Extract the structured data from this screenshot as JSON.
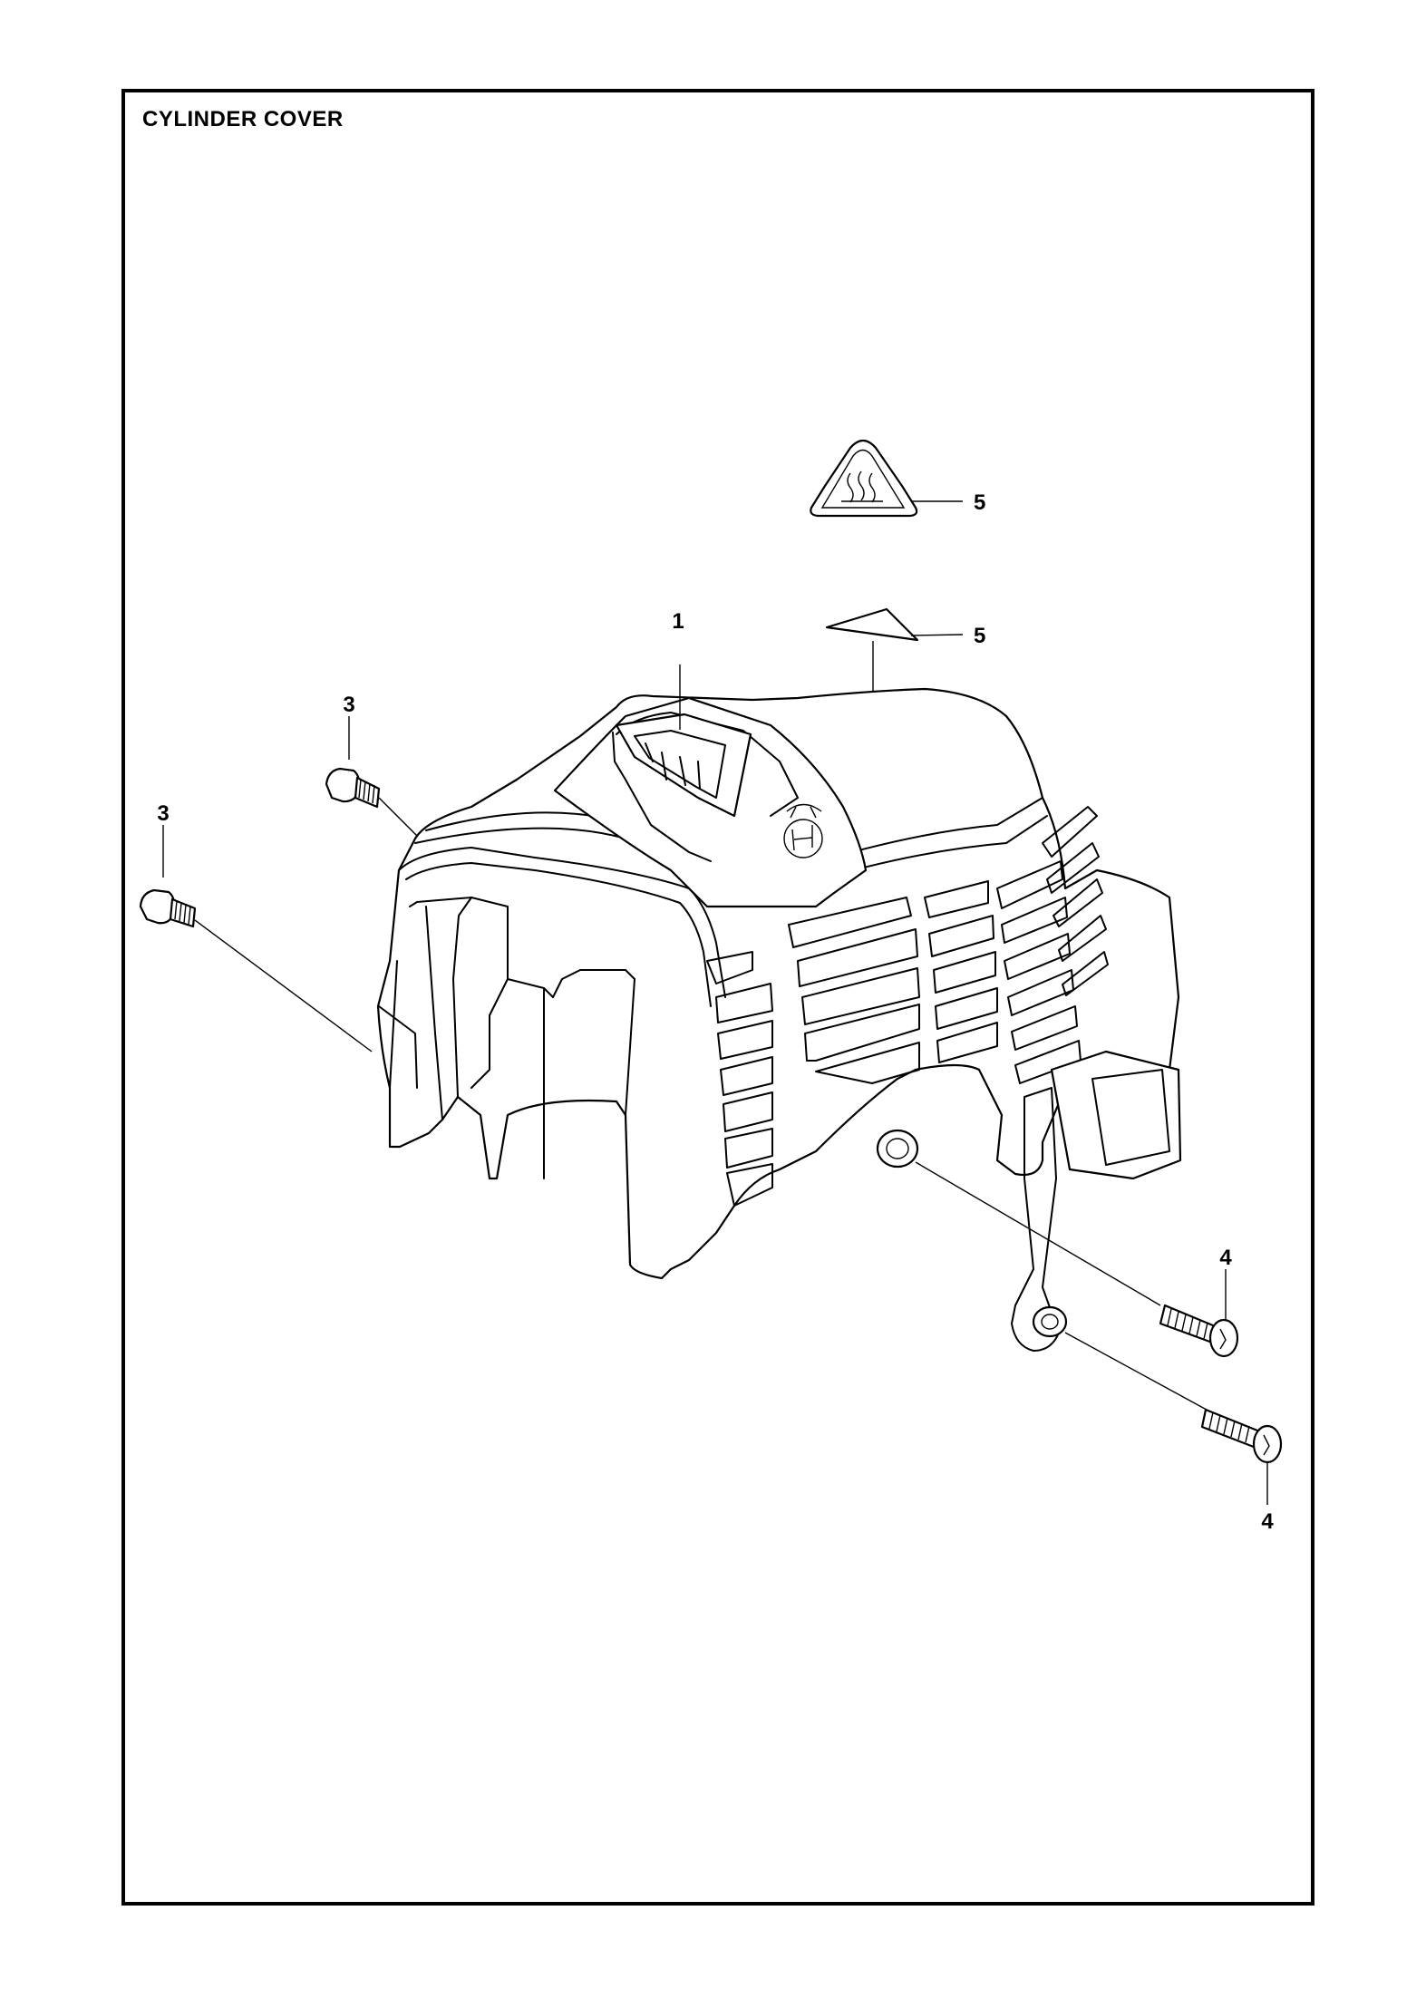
{
  "title": "CYLINDER COVER",
  "callouts": [
    {
      "id": "1",
      "label": "1"
    },
    {
      "id": "3a",
      "label": "3"
    },
    {
      "id": "3b",
      "label": "3"
    },
    {
      "id": "4a",
      "label": "4"
    },
    {
      "id": "4b",
      "label": "4"
    },
    {
      "id": "5a",
      "label": "5"
    },
    {
      "id": "5b",
      "label": "5"
    }
  ]
}
